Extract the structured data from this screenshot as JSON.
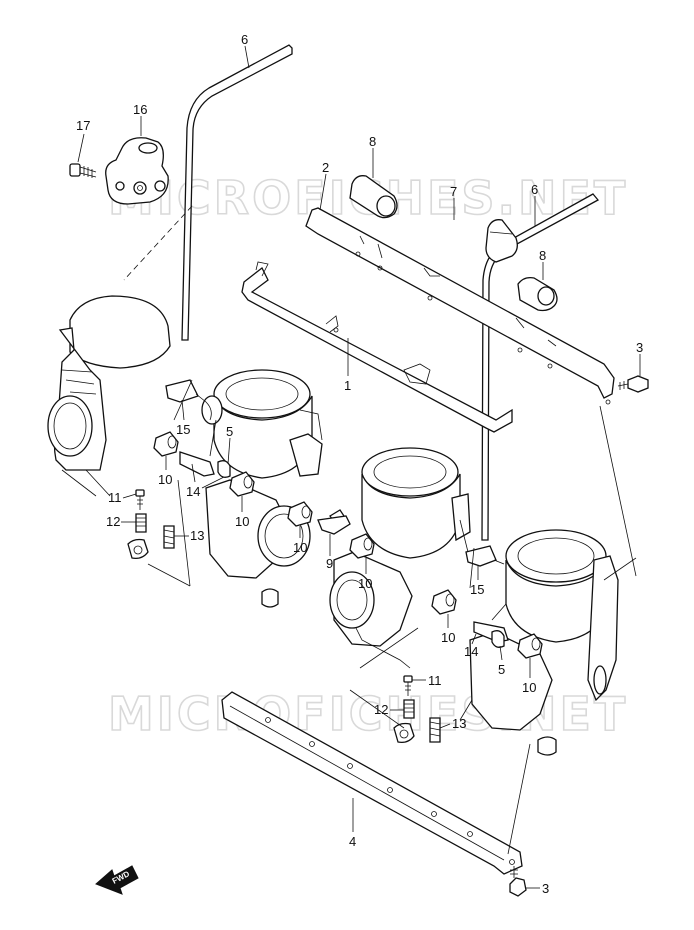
{
  "watermark": {
    "top": "MICROFICHES.NET",
    "bottom": "MICROFICHES.NET"
  },
  "direction_badge": "FWD",
  "callouts": [
    {
      "id": "c6a",
      "label": "6"
    },
    {
      "id": "c16",
      "label": "16"
    },
    {
      "id": "c17",
      "label": "17"
    },
    {
      "id": "c8a",
      "label": "8"
    },
    {
      "id": "c2",
      "label": "2"
    },
    {
      "id": "c7",
      "label": "7"
    },
    {
      "id": "c6b",
      "label": "6"
    },
    {
      "id": "c8b",
      "label": "8"
    },
    {
      "id": "c3a",
      "label": "3"
    },
    {
      "id": "c1",
      "label": "1"
    },
    {
      "id": "c15a",
      "label": "15"
    },
    {
      "id": "c5a",
      "label": "5"
    },
    {
      "id": "c10a",
      "label": "10"
    },
    {
      "id": "c14a",
      "label": "14"
    },
    {
      "id": "c11a",
      "label": "11"
    },
    {
      "id": "c12a",
      "label": "12"
    },
    {
      "id": "c13a",
      "label": "13"
    },
    {
      "id": "c10b",
      "label": "10"
    },
    {
      "id": "c10c",
      "label": "10"
    },
    {
      "id": "c9",
      "label": "9"
    },
    {
      "id": "c10d",
      "label": "10"
    },
    {
      "id": "c15b",
      "label": "15"
    },
    {
      "id": "c10e",
      "label": "10"
    },
    {
      "id": "c14b",
      "label": "14"
    },
    {
      "id": "c5b",
      "label": "5"
    },
    {
      "id": "c10f",
      "label": "10"
    },
    {
      "id": "c11b",
      "label": "11"
    },
    {
      "id": "c12b",
      "label": "12"
    },
    {
      "id": "c13b",
      "label": "13"
    },
    {
      "id": "c4",
      "label": "4"
    },
    {
      "id": "c3b",
      "label": "3"
    }
  ]
}
